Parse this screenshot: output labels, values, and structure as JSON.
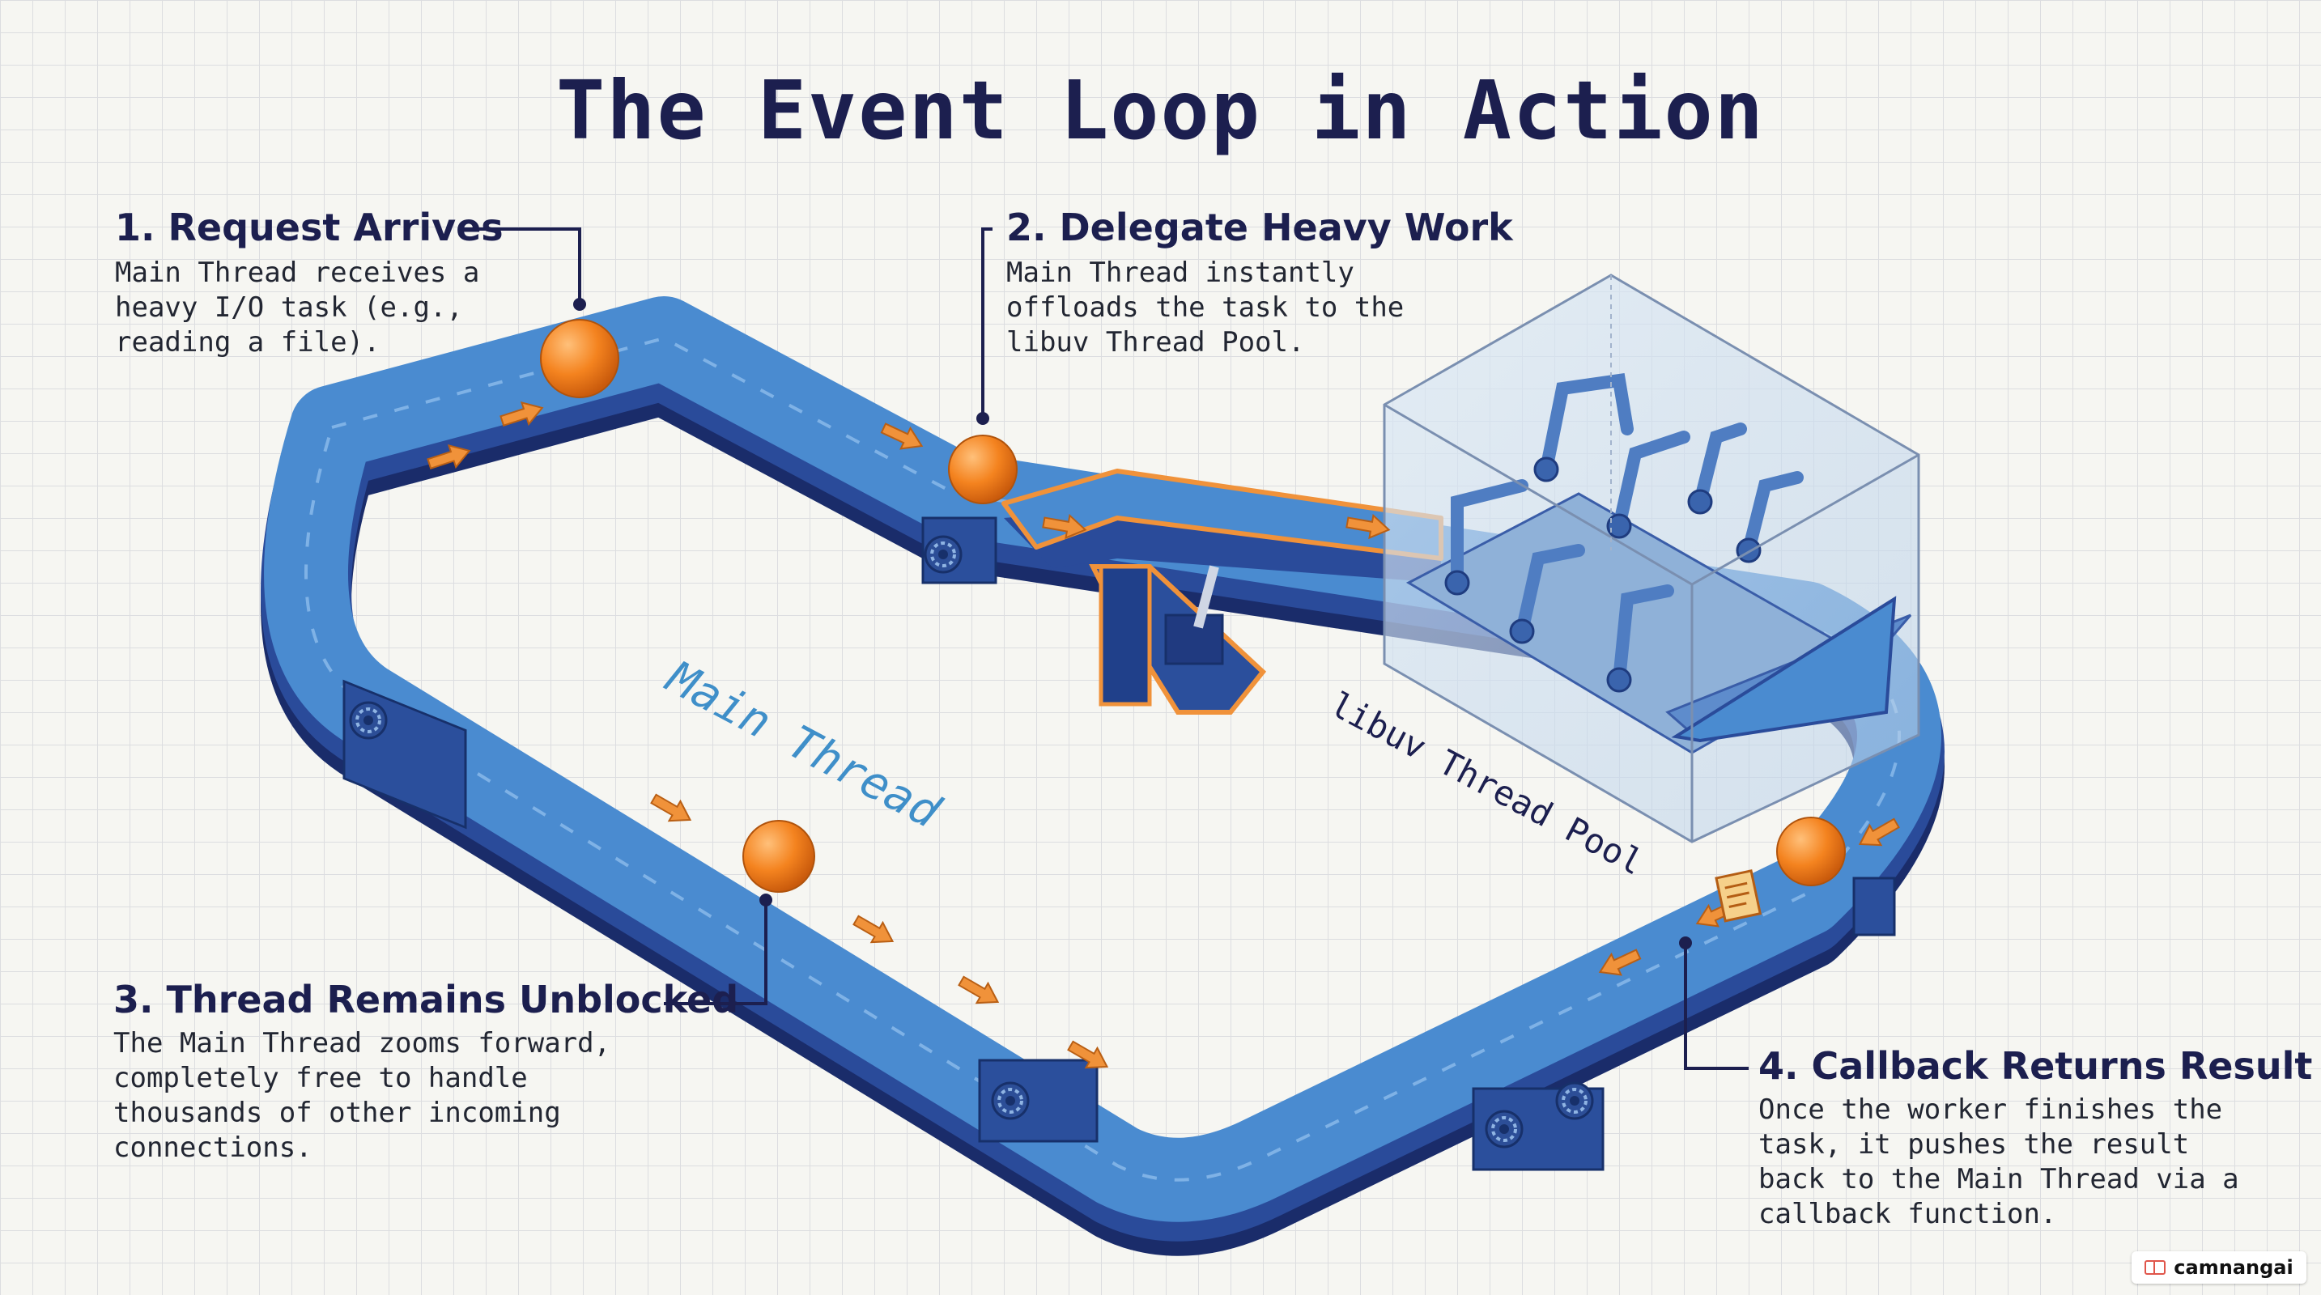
{
  "title": "The Event Loop in Action",
  "labels": {
    "main_thread": "Main Thread",
    "thread_pool": "libuv Thread Pool"
  },
  "steps": [
    {
      "title": "1. Request Arrives",
      "lines": [
        "Main Thread receives a",
        "heavy I/O task (e.g.,",
        "reading a file)."
      ]
    },
    {
      "title": "2. Delegate Heavy Work",
      "lines": [
        "Main Thread instantly",
        "offloads the task to the",
        "libuv Thread Pool."
      ]
    },
    {
      "title": "3. Thread Remains Unblocked",
      "lines": [
        "The Main Thread zooms forward,",
        "completely free to handle",
        "thousands of other incoming",
        "connections."
      ]
    },
    {
      "title": "4. Callback Returns Result",
      "lines": [
        "Once the worker finishes the",
        "task, it pushes the result",
        "back to the Main Thread via a",
        "callback function."
      ]
    }
  ],
  "watermark": "camnangai",
  "colors": {
    "belt": "#4a8bd0",
    "belt_dark": "#26448e",
    "task_ball": "#f4831f",
    "arrow": "#f0923a",
    "ink": "#1c1f4f"
  },
  "icons": [
    "task-ball-icon",
    "direction-arrow-icon",
    "robot-arm-icon",
    "document-icon",
    "gear-icon"
  ]
}
